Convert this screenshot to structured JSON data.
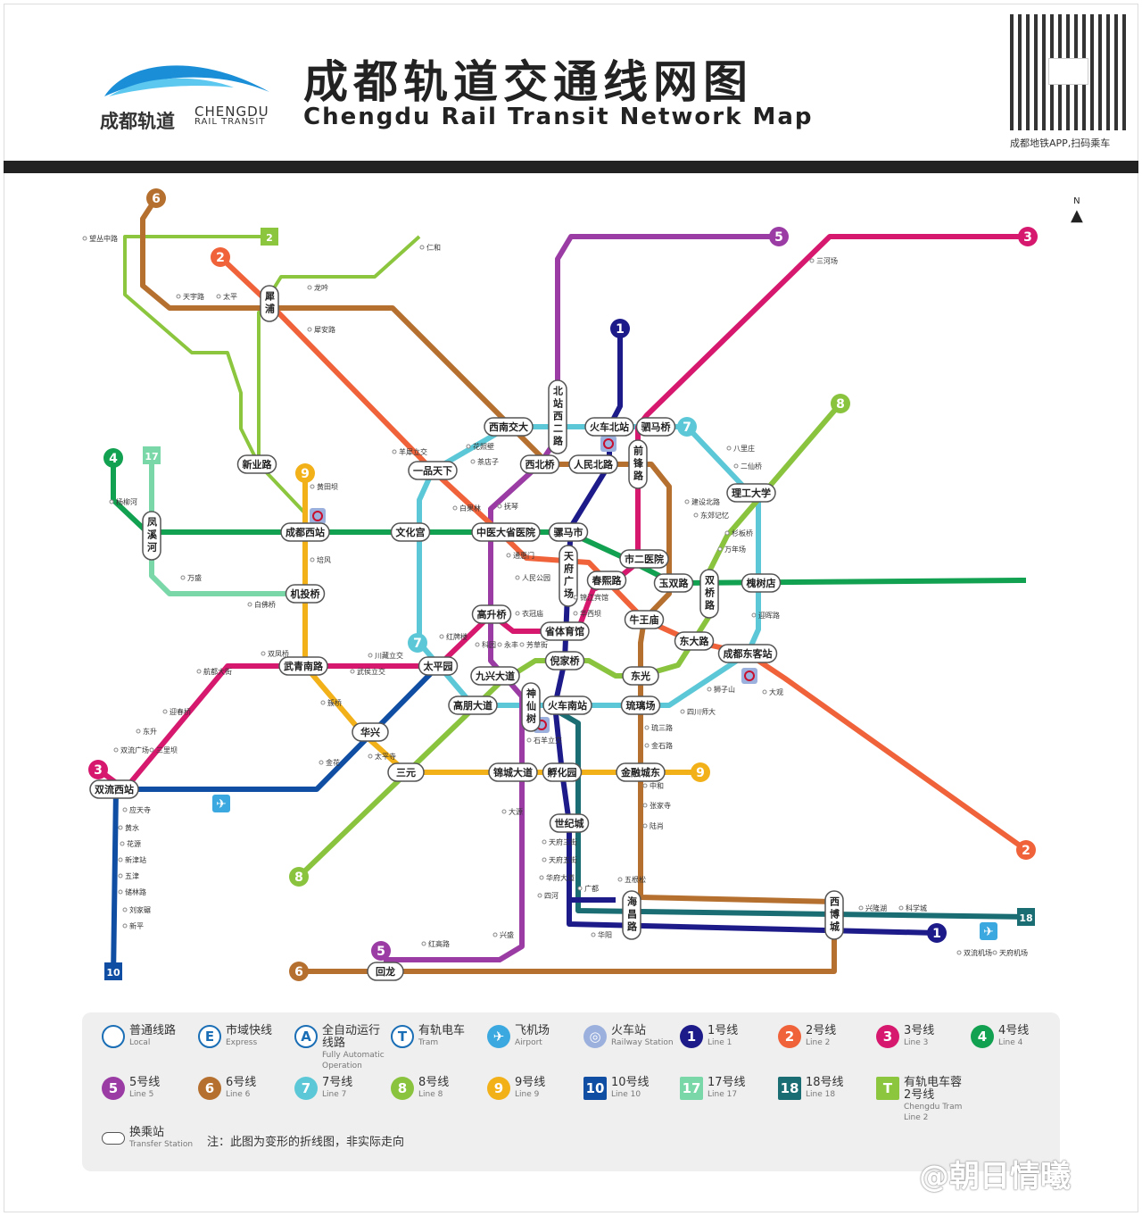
{
  "header": {
    "logo_cn": "成都轨道",
    "logo_en_1": "CHENGDU",
    "logo_en_2": "RAIL TRANSIT",
    "title_cn": "成都轨道交通线网图",
    "title_en": "Chengdu Rail Transit Network Map",
    "qr_caption": "成都地铁APP,扫码乘车",
    "north": "N"
  },
  "colors": {
    "line1": "#1d1a8a",
    "line2": "#f0633a",
    "line3": "#d6186e",
    "line4": "#12a150",
    "line5": "#9a3ca4",
    "line6": "#b5702f",
    "line7": "#5cc8d7",
    "line8": "#8ac43f",
    "line9": "#f2b019",
    "line10": "#0f4ea2",
    "line17": "#7ad7a8",
    "line18": "#1a6e73",
    "tram2": "#8cc63f"
  },
  "line_badges": [
    "1",
    "2",
    "3",
    "4",
    "5",
    "6",
    "7",
    "8",
    "9",
    "10",
    "17",
    "18",
    "2",
    "3",
    "5",
    "6",
    "7",
    "8",
    "2",
    "9",
    "1"
  ],
  "stations": [
    "成都西站",
    "文化宫",
    "中医大省医院",
    "骡马市",
    "西南交大",
    "火车北站",
    "驷马桥",
    "一品天下",
    "西北桥",
    "人民北路",
    "前锋路",
    "北站西二路",
    "天府广场",
    "市二医院",
    "春熙路",
    "玉双路",
    "双桥路",
    "槐树店",
    "理工大学",
    "机投桥",
    "高升桥",
    "省体育馆",
    "牛王庙",
    "东大路",
    "成都东客站",
    "武青南路",
    "太平园",
    "倪家桥",
    "九兴大道",
    "东光",
    "高朋大道",
    "神仙树",
    "火车南站",
    "琉璃场",
    "华兴",
    "三元",
    "锦城大道",
    "孵化园",
    "金融城东",
    "世纪城",
    "双流西站",
    "新业路",
    "犀浦",
    "凤溪河",
    "海昌路",
    "西博城",
    "回龙"
  ],
  "minor_stations": [
    "三河场",
    "八里庄",
    "二仙桥",
    "建设北路",
    "东郊记忆",
    "杉板桥",
    "万年场",
    "迎晖路",
    "大观",
    "狮子山",
    "四川师大",
    "琉三路",
    "金石路",
    "中和",
    "张家寺",
    "陆肖",
    "兴隆湖",
    "科学城",
    "华阳",
    "广都",
    "五根松",
    "花照壁",
    "茶店子",
    "羊犀立交",
    "白果林",
    "抚琴",
    "通惠门",
    "人民公园",
    "锦江宾馆",
    "华西坝",
    "衣冠庙",
    "红牌楼",
    "科园",
    "永丰",
    "芳草街",
    "双凤桥",
    "川藏立交",
    "武侯立交",
    "簇桥",
    "金花",
    "太平寺",
    "石羊立交",
    "大源",
    "天府三街",
    "天府五街",
    "华府大道",
    "四河",
    "兴盛",
    "红高路",
    "天宇路",
    "太平",
    "仁和",
    "望丛中路",
    "犀安路",
    "龙吟",
    "黄田坝",
    "培风",
    "白佛桥",
    "万盛",
    "杨柳河",
    "航都大街",
    "迎春桥",
    "东升",
    "双流广场",
    "三里坝",
    "应天寺",
    "黄水",
    "花源",
    "新津站",
    "五津",
    "储林路",
    "刘家碾",
    "新平",
    "双流机场",
    "天府机场"
  ],
  "legend": [
    {
      "cn": "普通线路",
      "en": "Local"
    },
    {
      "cn": "市域快线",
      "en": "Express"
    },
    {
      "cn": "全自动运行线路",
      "en": "Fully Automatic Operation"
    },
    {
      "cn": "有轨电车",
      "en": "Tram"
    },
    {
      "cn": "飞机场",
      "en": "Airport"
    },
    {
      "cn": "火车站",
      "en": "Railway Station"
    },
    {
      "cn": "1号线",
      "en": "Line 1",
      "num": "1"
    },
    {
      "cn": "2号线",
      "en": "Line 2",
      "num": "2"
    },
    {
      "cn": "3号线",
      "en": "Line 3",
      "num": "3"
    },
    {
      "cn": "4号线",
      "en": "Line 4",
      "num": "4"
    },
    {
      "cn": "5号线",
      "en": "Line 5",
      "num": "5"
    },
    {
      "cn": "6号线",
      "en": "Line 6",
      "num": "6"
    },
    {
      "cn": "7号线",
      "en": "Line 7",
      "num": "7"
    },
    {
      "cn": "8号线",
      "en": "Line 8",
      "num": "8"
    },
    {
      "cn": "9号线",
      "en": "Line 9",
      "num": "9"
    },
    {
      "cn": "10号线",
      "en": "Line 10",
      "num": "10"
    },
    {
      "cn": "17号线",
      "en": "Line 17",
      "num": "17"
    },
    {
      "cn": "18号线",
      "en": "Line 18",
      "num": "18"
    },
    {
      "cn": "有轨电车蓉2号线",
      "en": "Chengdu Tram Line 2",
      "num": "T"
    },
    {
      "cn": "换乘站",
      "en": "Transfer Station"
    }
  ],
  "legend_note": "注：此图为变形的折线图，非实际走向",
  "watermark": "@朝日情曦"
}
